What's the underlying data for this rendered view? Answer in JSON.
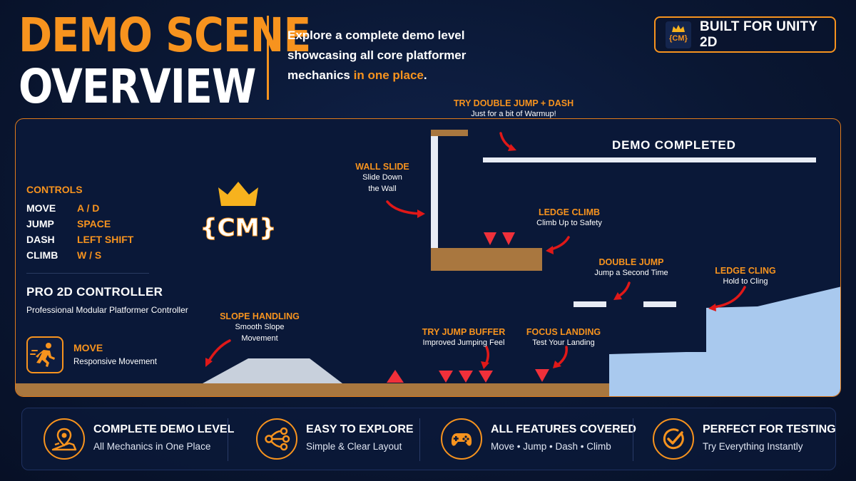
{
  "header": {
    "title_line1": "DEMO SCENE",
    "title_line2": "OVERVIEW",
    "subtitle_part1": "Explore a complete demo level showcasing all core platformer mechanics ",
    "subtitle_highlight": "in one place",
    "subtitle_end": ".",
    "badge_logo": "{CM}",
    "badge_label": "BUILT FOR UNITY 2D"
  },
  "logo": {
    "text": "{CM}",
    "icon": "crown-icon"
  },
  "controls": {
    "title": "CONTROLS",
    "rows": [
      {
        "action": "MOVE",
        "key": "A / D"
      },
      {
        "action": "JUMP",
        "key": "SPACE"
      },
      {
        "action": "DASH",
        "key": "LEFT SHIFT"
      },
      {
        "action": "CLIMB",
        "key": "W / S"
      }
    ]
  },
  "product": {
    "title": "PRO 2D CONTROLLER",
    "subtitle": "Professional Modular Platformer Controller"
  },
  "move_card": {
    "icon": "running-person-icon",
    "title": "MOVE",
    "subtitle": "Responsive Movement"
  },
  "scene": {
    "completed_label": "DEMO COMPLETED",
    "colors": {
      "ground": "#a9773f",
      "slope": "#c8d0dc",
      "ice": "#a9c9ee",
      "spike": "#f0303a",
      "platform": "#e8ecf5",
      "arrow": "#e01818",
      "accent": "#f7931e"
    },
    "annotations": [
      {
        "id": "double-jump-dash",
        "title": "TRY DOUBLE JUMP + DASH",
        "lines": [
          "Just for a bit of Warmup!"
        ]
      },
      {
        "id": "wall-slide",
        "title": "WALL SLIDE",
        "lines": [
          "Slide Down",
          "the Wall"
        ]
      },
      {
        "id": "ledge-climb",
        "title": "LEDGE CLIMB",
        "lines": [
          "Climb Up to Safety"
        ]
      },
      {
        "id": "double-jump",
        "title": "DOUBLE JUMP",
        "lines": [
          "Jump a Second Time"
        ]
      },
      {
        "id": "ledge-cling",
        "title": "LEDGE CLING",
        "lines": [
          "Hold to Cling"
        ]
      },
      {
        "id": "slope-handling",
        "title": "SLOPE HANDLING",
        "lines": [
          "Smooth Slope",
          "Movement"
        ]
      },
      {
        "id": "jump-buffer",
        "title": "TRY JUMP BUFFER",
        "lines": [
          "Improved Jumping Feel"
        ]
      },
      {
        "id": "focus-landing",
        "title": "FOCUS LANDING",
        "lines": [
          "Test Your Landing"
        ]
      }
    ]
  },
  "features": [
    {
      "icon": "map-pin-icon",
      "title": "COMPLETE DEMO LEVEL",
      "subtitle": "All Mechanics in One Place"
    },
    {
      "icon": "share-nodes-icon",
      "title": "EASY TO EXPLORE",
      "subtitle": "Simple & Clear Layout"
    },
    {
      "icon": "gamepad-icon",
      "title": "ALL FEATURES COVERED",
      "subtitle": "Move • Jump • Dash • Climb"
    },
    {
      "icon": "check-circle-icon",
      "title": "PERFECT FOR TESTING",
      "subtitle": "Try Everything Instantly"
    }
  ]
}
